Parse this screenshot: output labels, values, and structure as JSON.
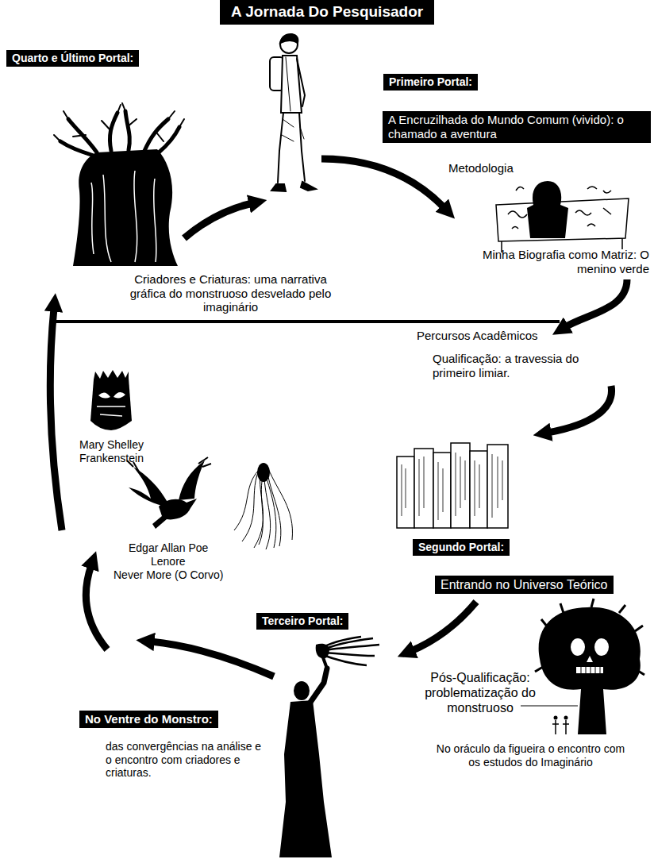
{
  "diagram": {
    "title": "A Jornada Do Pesquisador",
    "nodes": [
      {
        "text": [
          "Quarto e Último Portal:"
        ]
      },
      {
        "text": [
          "Primeiro Portal:"
        ]
      },
      {
        "text": [
          "A Encruzilhada do Mundo Comum (vivido): o chamado a aventura"
        ]
      },
      {
        "text": [
          "Segundo Portal:"
        ]
      },
      {
        "text": [
          "Entrando no Universo Teórico"
        ]
      },
      {
        "text": [
          "Terceiro Portal:"
        ]
      },
      {
        "text": [
          "No Ventre do Monstro:"
        ]
      }
    ],
    "labels": [
      "Metodologia",
      "Minha Biografia como Matriz: O menino verde",
      "Criadores e Criaturas: uma narrativa gráfica do monstruoso desvelado pelo imaginário",
      "Percursos Acadêmicos",
      "Qualificação: a travessia do primeiro limiar.",
      "Mary Shelley",
      "Frankenstein",
      "Edgar Allan Poe",
      "Lenore",
      "Never More (O Corvo)",
      "Pós-Qualificação: problematização do monstruoso",
      "No oráculo da figueira o encontro com os estudos do Imaginário",
      "das convergências na análise e o encontro com criadores e criaturas."
    ]
  }
}
